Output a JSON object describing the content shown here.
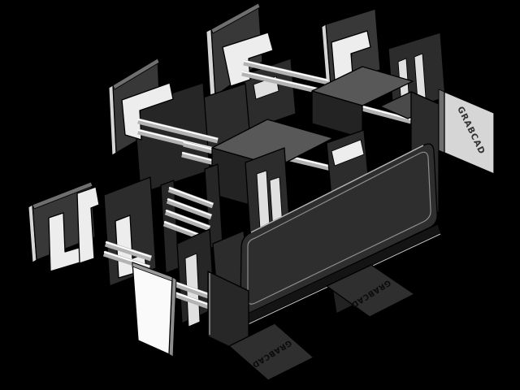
{
  "scene": {
    "app": "3D CAD model viewer",
    "description": "Isometric shaded render of a GrabCAD clip assembly: interlocking corner clips, square plates, connecting rods, flag brackets, a side panel and a large rounded base panel with feet, on a black background",
    "background_color": "#000000",
    "palette": {
      "part_dark": "#2e2e2e",
      "part_mid": "#575757",
      "part_light": "#d6d6d6",
      "part_white": "#fafafa",
      "edge": "#000000",
      "highlight": "#ffffff"
    },
    "labels": {
      "panel_engraving": "GRABCAD",
      "right_foot_engraving": "GRABCAD",
      "left_foot_engraving": "GRABCAD"
    },
    "parts": [
      "square plate",
      "corner clip",
      "connecting rod",
      "flag bracket",
      "engraved side panel",
      "rounded base panel",
      "engraved foot pad",
      "white panel"
    ]
  }
}
